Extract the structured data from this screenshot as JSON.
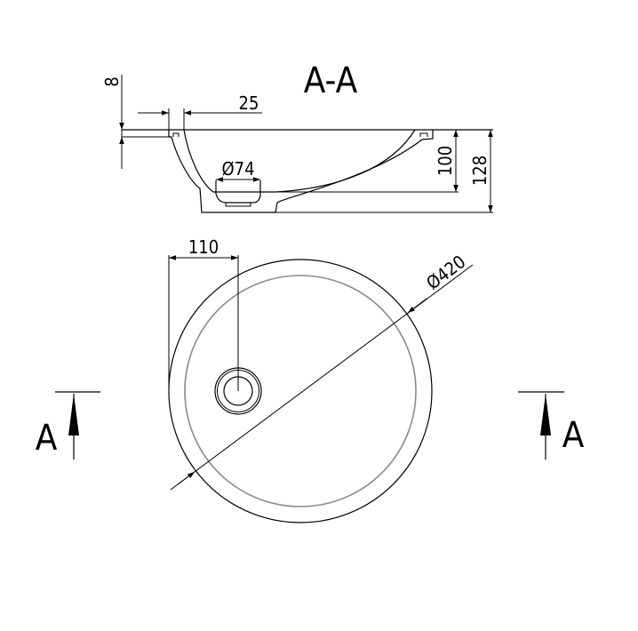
{
  "section_title": "A-A",
  "dimensions": {
    "rim_thickness": "8",
    "rim_width": "25",
    "drain_diameter": "Ø74",
    "inner_depth": "100",
    "total_height": "128",
    "drain_offset": "110",
    "outer_diameter": "Ø420"
  },
  "section_markers": {
    "left": "A",
    "right": "A"
  },
  "colors": {
    "line": "#000000",
    "inner_rim": "#8a8a8a"
  }
}
